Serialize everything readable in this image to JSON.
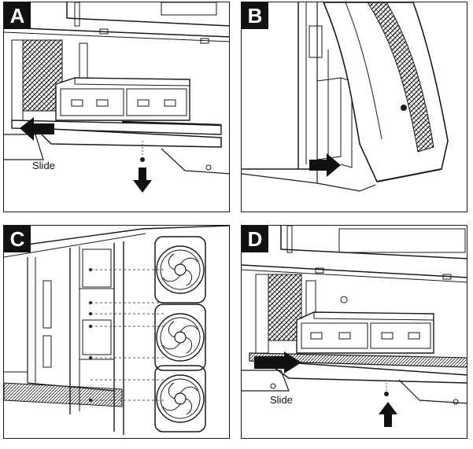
{
  "panels": {
    "a": {
      "label": "A",
      "caption": "Slide",
      "arrow": "arrow-down"
    },
    "b": {
      "label": "B",
      "arrow": "arrow-right"
    },
    "c": {
      "label": "C"
    },
    "d": {
      "label": "D",
      "caption": "Slide",
      "arrow": "arrow-up"
    }
  },
  "colors": {
    "ink": "#1a1a1a",
    "fill": "#ffffff",
    "badge": "#111111",
    "guide": "#555555"
  }
}
